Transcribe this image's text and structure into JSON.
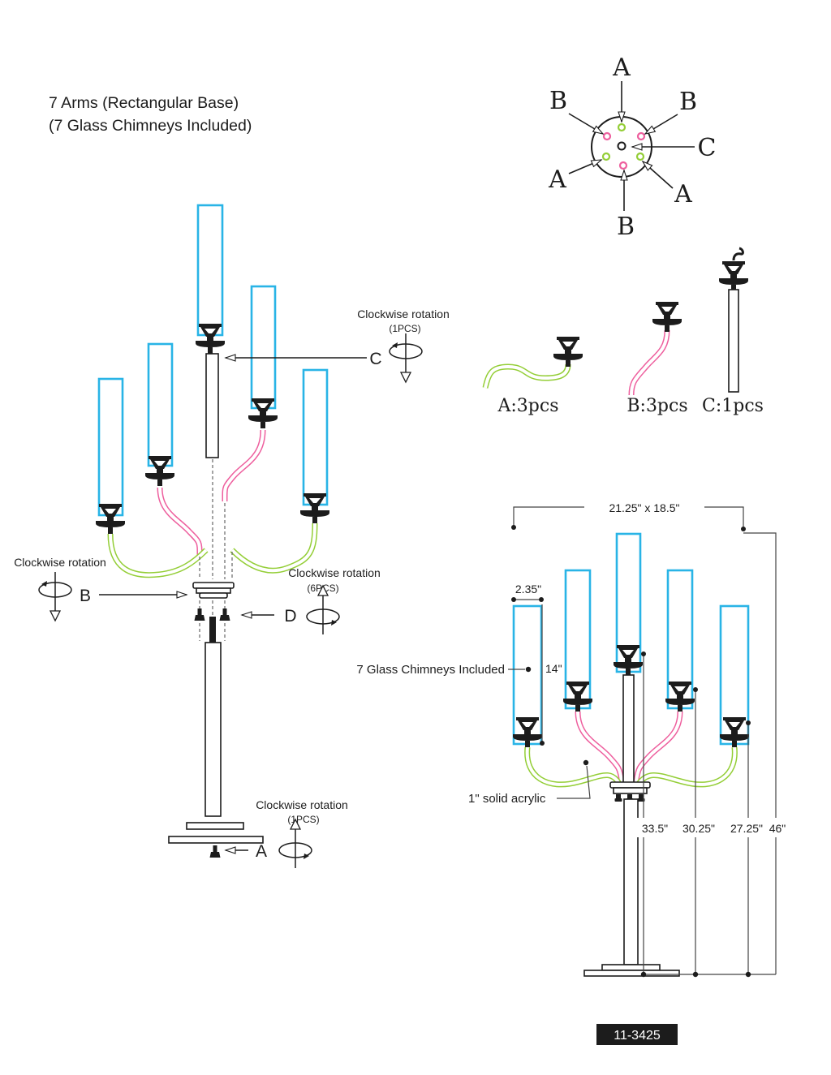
{
  "title": {
    "line1": "7 Arms (Rectangular Base)",
    "line2": "(7 Glass Chimneys Included)"
  },
  "spider": {
    "top": "A",
    "upper_left": "B",
    "upper_right": "B",
    "right": "C",
    "lower_left": "A",
    "lower_right": "A",
    "bottom": "B"
  },
  "exploded": {
    "step_c": {
      "note": "Clockwise rotation",
      "qty": "(1PCS)",
      "letter": "C"
    },
    "step_b": {
      "note": "Clockwise rotation",
      "letter": "B"
    },
    "step_d": {
      "note": "Clockwise rotation",
      "qty": "(6PCS)",
      "letter": "D"
    },
    "step_a": {
      "note": "Clockwise rotation",
      "qty": "(1PCS)",
      "letter": "A"
    }
  },
  "parts": {
    "a": "A:3pcs",
    "b": "B:3pcs",
    "c": "C:1pcs"
  },
  "dimensions": {
    "top_width": "21.25\" x 18.5\"",
    "chimney_width": "2.35\"",
    "chimney_height": "14\"",
    "h_center": "33.5\"",
    "h_inner": "30.25\"",
    "h_outer": "27.25\"",
    "h_total": "46\"",
    "note_chimneys": "7 Glass Chimneys Included",
    "note_acrylic": "1\" solid acrylic"
  },
  "part_number": "11-3425",
  "colors": {
    "glass": "#29b4e6",
    "arm_a": "#94ce37",
    "arm_b": "#ee5f9e"
  }
}
